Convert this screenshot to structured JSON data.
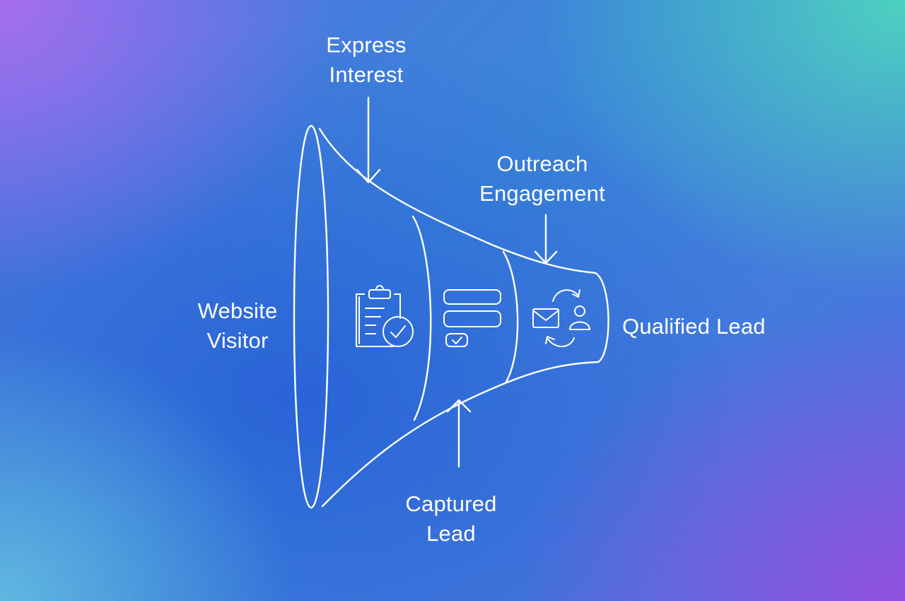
{
  "diagram": {
    "stages": [
      {
        "id": "website-visitor",
        "lines": [
          "Website",
          "Visitor"
        ]
      },
      {
        "id": "express-interest",
        "lines": [
          "Express",
          "Interest"
        ]
      },
      {
        "id": "captured-lead",
        "lines": [
          "Captured",
          "Lead"
        ]
      },
      {
        "id": "outreach-engagement",
        "lines": [
          "Outreach",
          "Engagement"
        ]
      },
      {
        "id": "qualified-lead",
        "lines": [
          "Qualified Lead"
        ]
      }
    ],
    "icons": [
      "clipboard-check-icon",
      "form-fields-icon",
      "email-sync-person-icon"
    ],
    "colors": {
      "stroke": "#ffffff",
      "background_top_left": "#aa6ef0",
      "background_top_right": "#4ed6be",
      "background_center": "#285fd7",
      "background_bottom_right": "#9650e1"
    }
  }
}
